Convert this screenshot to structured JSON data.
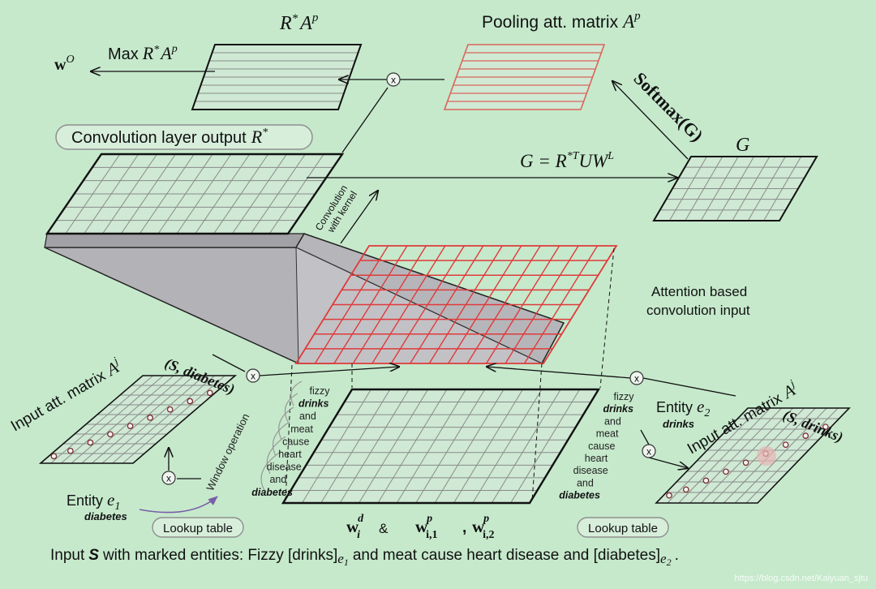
{
  "colors": {
    "background": "#c6e9cc",
    "grid_fill": "#cfe9d4",
    "grid_line": "#8a8a8a",
    "grid_border": "#111111",
    "red_grid": "#e03a3a",
    "pooling_red": "#d9665a",
    "slab_gray": "#a9a9ad",
    "pill_border": "#8f8f8f"
  },
  "labels": {
    "rap_title_left": "R",
    "rap_title_mid": "*",
    "rap_title_right": "A",
    "rap_title_sup": "p",
    "pooling_title": "Pooling att. matrix",
    "pooling_symbol": "A",
    "pooling_sup": "p",
    "max_text": "Max",
    "max_r": "R",
    "max_star": "*",
    "max_a": "A",
    "max_sup": "p",
    "wo_main": "w",
    "wo_sup": "O",
    "conv_layer": "Convolution layer output",
    "conv_layer_symbol": "R",
    "conv_layer_sup": "*",
    "g_title": "G",
    "g_eq_left": "G = R",
    "g_eq_sup": "*T",
    "g_eq_mid": "UW",
    "g_eq_sup2": "L",
    "softmax": "Softmax(G)",
    "conv_kernel_1": "Convolution",
    "conv_kernel_2": "with kernel",
    "attention_1": "Attention based",
    "attention_2": "convolution input",
    "input_att_left": "Input att. matrix",
    "input_att_left_symbol": "A",
    "input_att_left_sup": "j",
    "s_diabetes": "(S, diabetes)",
    "input_att_right": "Input att. matrix",
    "input_att_right_symbol": "A",
    "input_att_right_sup": "j",
    "s_drinks": "(S, drinks)",
    "window_op": "Window operation",
    "entity1_text": "Entity",
    "entity1_sym": "e",
    "entity1_sub": "1",
    "entity1_word": "diabetes",
    "entity2_text": "Entity",
    "entity2_sym": "e",
    "entity2_sub": "2",
    "entity2_word": "drinks",
    "lookup_left": "Lookup table",
    "lookup_right": "Lookup table",
    "times_symbol": "x",
    "w_d_main": "w",
    "w_d_sub": "i",
    "w_d_sup": "d",
    "amp": "&",
    "w_p1_main": "w",
    "w_p1_sub": "i,1",
    "w_p1_sup": "p",
    "comma": ",",
    "w_p2_main": "w",
    "w_p2_sub": "i,2",
    "w_p2_sup": "p",
    "caption_pre": "Input",
    "caption_s": "S",
    "caption_mid": "with marked entities: Fizzy [drinks]",
    "caption_e1": "e",
    "caption_e1_sub": "1",
    "caption_mid2": "and meat cause heart disease and [diabetes]",
    "caption_e2": "e",
    "caption_e2_sub": "2",
    "caption_end": ".",
    "watermark": "https://blog.csdn.net/Kaiyuan_sjtu"
  },
  "sentence_left": [
    {
      "text": "fizzy",
      "emph": false
    },
    {
      "text": "drinks",
      "emph": true
    },
    {
      "text": "and",
      "emph": false
    },
    {
      "text": "meat",
      "emph": false
    },
    {
      "text": "cause",
      "emph": false
    },
    {
      "text": "heart",
      "emph": false
    },
    {
      "text": "disease",
      "emph": false
    },
    {
      "text": "and",
      "emph": false
    },
    {
      "text": "diabetes",
      "emph": true
    }
  ],
  "sentence_right": [
    {
      "text": "fizzy",
      "emph": false
    },
    {
      "text": "drinks",
      "emph": true
    },
    {
      "text": "and",
      "emph": false
    },
    {
      "text": "meat",
      "emph": false
    },
    {
      "text": "cause",
      "emph": false
    },
    {
      "text": "heart",
      "emph": false
    },
    {
      "text": "disease",
      "emph": false
    },
    {
      "text": "and",
      "emph": false
    },
    {
      "text": "diabetes",
      "emph": true
    }
  ]
}
